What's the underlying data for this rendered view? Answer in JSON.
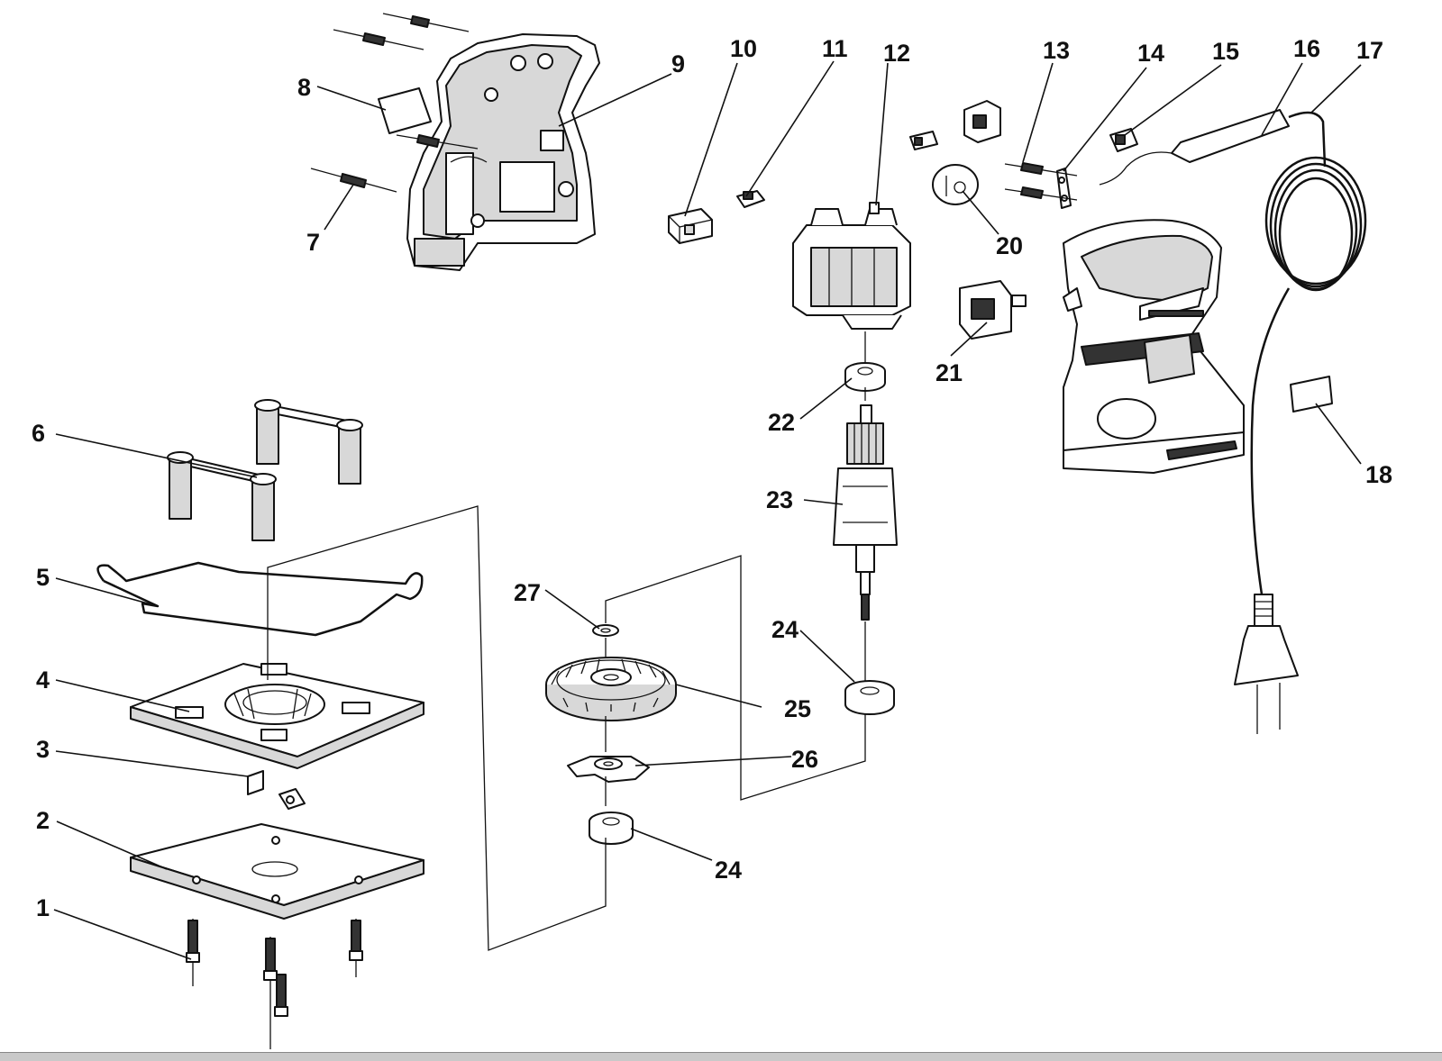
{
  "labels": {
    "l1": "1",
    "l2": "2",
    "l3": "3",
    "l4": "4",
    "l5": "5",
    "l6": "6",
    "l7": "7",
    "l8": "8",
    "l9": "9",
    "l10": "10",
    "l11": "11",
    "l12": "12",
    "l13": "13",
    "l14": "14",
    "l15": "15",
    "l16": "16",
    "l17": "17",
    "l18": "18",
    "l20": "20",
    "l21": "21",
    "l22": "22",
    "l23": "23",
    "l24a": "24",
    "l24b": "24",
    "l25": "25",
    "l26": "26",
    "l27": "27"
  },
  "colors": {
    "line": "#111111",
    "fill_light": "#d8d8d8",
    "fill_dark": "#333333",
    "background": "#ffffff"
  }
}
